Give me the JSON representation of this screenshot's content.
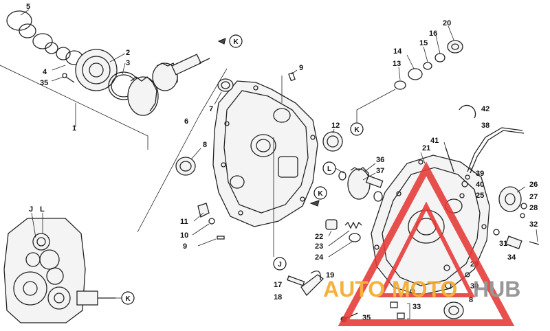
{
  "callouts": {
    "c1": "1",
    "c2": "2",
    "c3": "3",
    "c4": "4",
    "c5": "5",
    "c6": "6",
    "c7": "7",
    "c8a": "8",
    "c8b": "8",
    "c9a": "9",
    "c9b": "9",
    "c10": "10",
    "c11": "11",
    "c12": "12",
    "c13": "13",
    "c14": "14",
    "c15": "15",
    "c16": "16",
    "c17": "17",
    "c18": "18",
    "c19": "19",
    "c20": "20",
    "c21": "21",
    "c22": "22",
    "c23": "23",
    "c24": "24",
    "c25": "25",
    "c26": "26",
    "c27": "27",
    "c28": "28",
    "c29": "29",
    "c30": "30",
    "c31": "31",
    "c32": "32",
    "c33": "33",
    "c34": "34",
    "c35a": "35",
    "c35b": "35",
    "c36": "36",
    "c37": "37",
    "c38": "38",
    "c39": "39",
    "c40": "40",
    "c41": "41",
    "c42": "42"
  },
  "refs": {
    "k1": "K",
    "k2": "K",
    "k3": "K",
    "k4": "K",
    "l1": "L",
    "l2": "L",
    "j1": "J",
    "j2": "J"
  },
  "watermark": {
    "text_a": "AUTO",
    "text_b": "MOTO",
    "text_c": "HUB",
    "color_red": "#e53935",
    "color_orange": "#f5a623",
    "color_gray": "#8a8a8a"
  }
}
